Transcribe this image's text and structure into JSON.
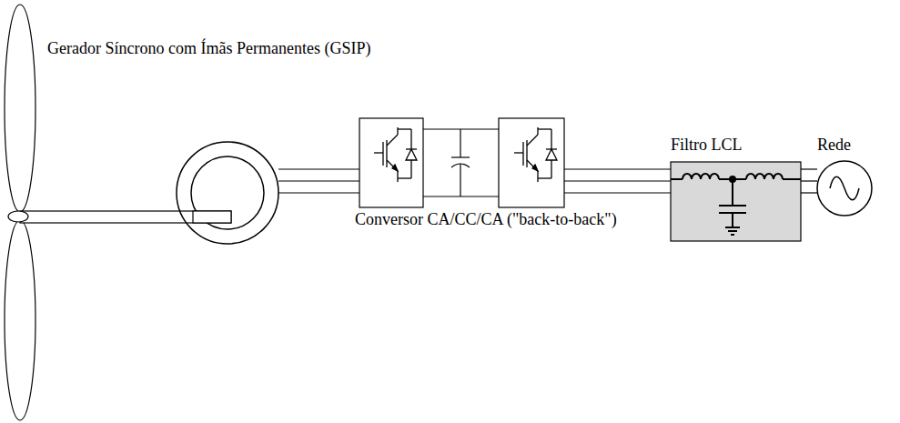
{
  "diagram": {
    "nodes": [
      {
        "text": [
          "Gerador Síncrono com Ímãs Permanentes (GSIP)"
        ]
      },
      {
        "text": [
          "Conversor CA/CC/CA (\"back-to-back\")"
        ]
      },
      {
        "text": [
          "Filtro LCL"
        ]
      },
      {
        "text": [
          "Rede"
        ]
      }
    ],
    "edges": [
      {
        "from": 0,
        "to": 1,
        "arrow": "none"
      },
      {
        "from": 1,
        "to": 2,
        "arrow": "none"
      },
      {
        "from": 2,
        "to": 3,
        "arrow": "none"
      }
    ]
  }
}
